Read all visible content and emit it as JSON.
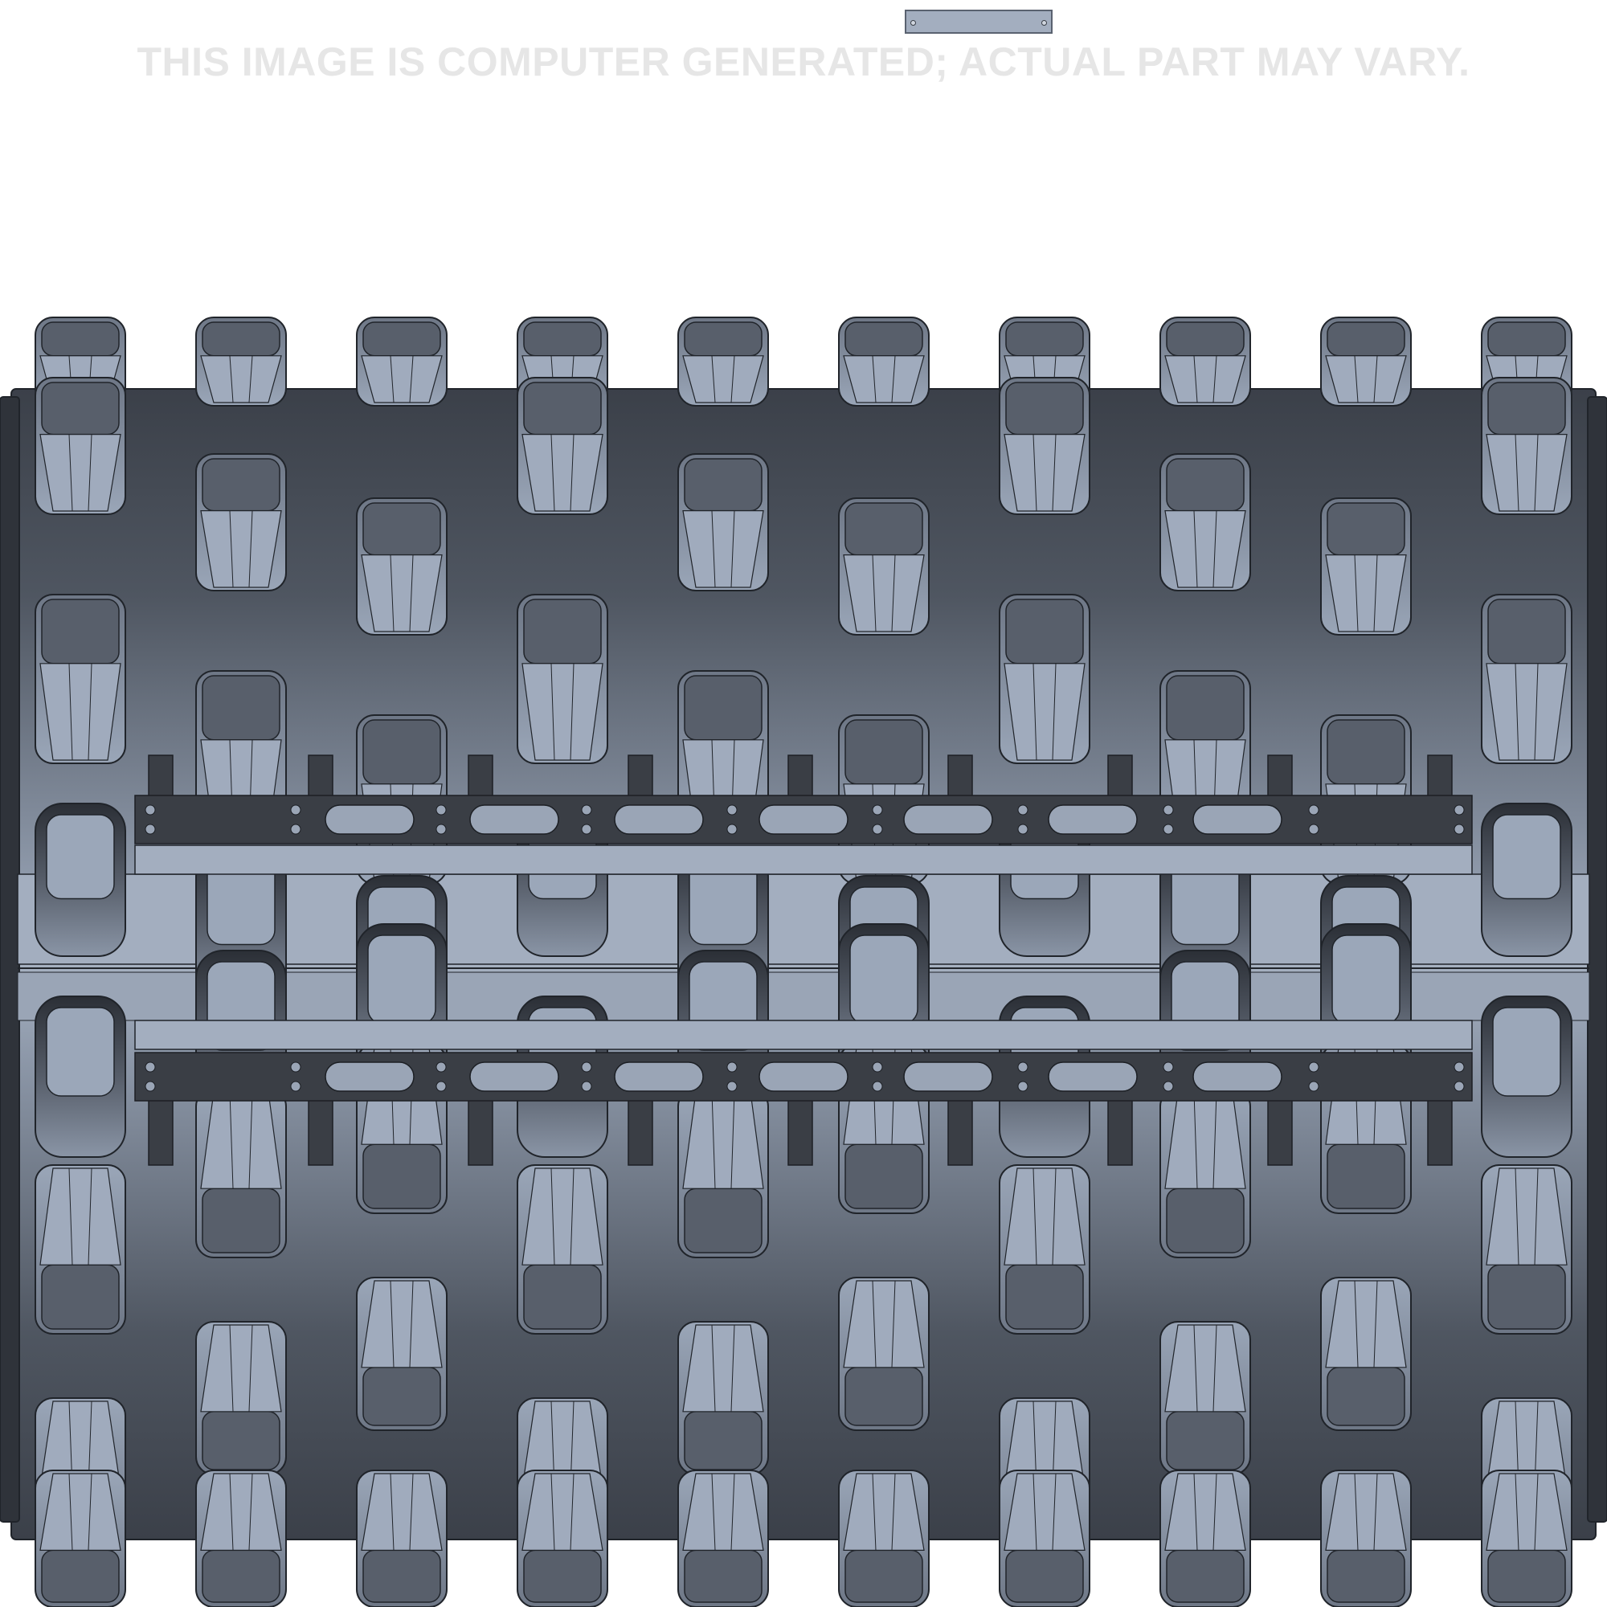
{
  "caption": {
    "watermark_text": "THIS IMAGE IS COMPUTER GENERATED; ACTUAL PART MAY VARY."
  },
  "colors": {
    "background": "#ffffff",
    "watermark": "#e6e6e6",
    "drum_dark": "#3d424c",
    "drum_light": "#a3aebf",
    "paddle_face": "#98a4b6",
    "paddle_dark": "#4a505a",
    "bracket": "#3a3e45",
    "outline": "#20242a"
  },
  "drum": {
    "paddle_columns": 10,
    "bracket_slots_per_bar": 7,
    "bracket_bars": 2
  }
}
